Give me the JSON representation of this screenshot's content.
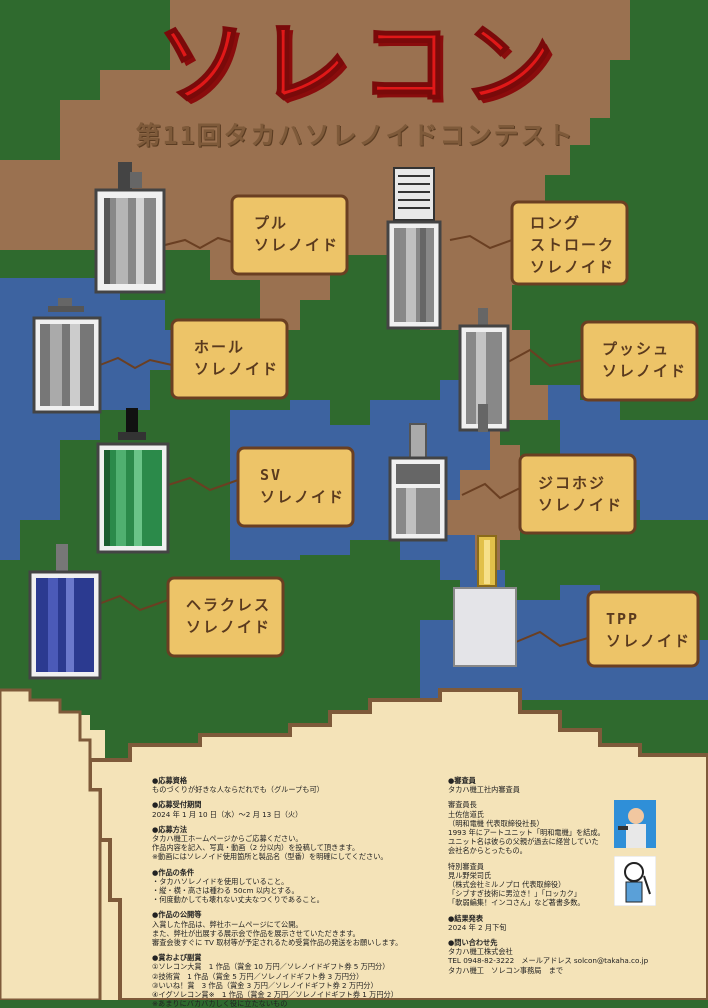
{
  "poster": {
    "title": "ソレコン",
    "subtitle": "第11回タカハソレノイドコンテスト"
  },
  "labels": [
    {
      "id": "pull",
      "lines": [
        "プル",
        "ソレノイド"
      ]
    },
    {
      "id": "long-stroke",
      "lines": [
        "ロング",
        "ストローク",
        "ソレノイド"
      ]
    },
    {
      "id": "hold",
      "lines": [
        "ホール",
        "ソレノイド"
      ]
    },
    {
      "id": "push",
      "lines": [
        "プッシュ",
        "ソレノイド"
      ]
    },
    {
      "id": "sv",
      "lines": [
        "SV",
        "ソレノイド"
      ]
    },
    {
      "id": "jikohoji",
      "lines": [
        "ジコホジ",
        "ソレノイド"
      ]
    },
    {
      "id": "heracles",
      "lines": [
        "ヘラクレス",
        "ソレノイド"
      ]
    },
    {
      "id": "tpp",
      "lines": [
        "TPP",
        "ソレノイド"
      ]
    }
  ],
  "info_left": [
    {
      "heading": "●応募資格",
      "lines": [
        "ものづくりが好きな人ならだれでも（グループも可）"
      ]
    },
    {
      "heading": "●応募受付期間",
      "lines": [
        "2024 年 1 月 10 日（水）〜2 月 13 日（火）"
      ]
    },
    {
      "heading": "●応募方法",
      "lines": [
        "タカハ機工ホームページからご応募ください。",
        "作品内容を記入、写真・動画（2 分以内）を投稿して頂きます。",
        "※動画にはソレノイド使用箇所と製品名（型番）を明確にしてください。"
      ]
    },
    {
      "heading": "●作品の条件",
      "lines": [
        "・タカハソレノイドを使用していること。",
        "・縦・横・高さは種わる 50cm 以内とする。",
        "・何度動かしても壊れない丈夫なつくりであること。"
      ]
    },
    {
      "heading": "●作品の公開等",
      "lines": [
        "入賞した作品は、弊社ホームページにて公開。",
        "また、弊社が出展する展示会で作品を展示させていただきます。",
        "審査会後すぐに TV 取材等が予定されるため受賞作品の発送をお願いします。"
      ]
    },
    {
      "heading": "●賞および副賞",
      "lines": [
        "①ソレコン大賞　1 作品（賞金 10 万円／ソレノイドギフト券 5 万円分）",
        "②技術賞　1 作品（賞金 5 万円／ソレノイドギフト券 3 万円分）",
        "③いいね！賞　3 作品（賞金 3 万円／ソレノイドギフト券 2 万円分）",
        "④イグソレコン賞※　1 作品（賞金 2 万円／ソレノイドギフト券 1 万円分）",
        "※あまりにバカバカしく役に立たないもの"
      ]
    }
  ],
  "info_right": [
    {
      "heading": "●審査員",
      "lines": [
        "タカハ機工社内審査員",
        "",
        "審査員長",
        "土佐信道氏",
        "（明和電機 代表取締役社長）",
        "1993 年にアートユニット「明和電機」を結成。",
        "ユニット名は彼らの父親が過去に経営していた",
        "会社名からとったもの。",
        "",
        "特別審査員",
        "見ル野栄司氏",
        "（株式会社ミルノプロ 代表取締役）",
        "「シブすぎ技術に男泣き！」「ロッカク」",
        "「軟弱編集！インコさん」など著書多数。"
      ]
    },
    {
      "heading": "●結果発表",
      "lines": [
        "2024 年 2 月下旬"
      ]
    },
    {
      "heading": "●問い合わせ先",
      "lines": [
        "タカハ機工株式会社",
        "TEL 0948-82-3222　メールアドレス solcon@takaha.co.jp",
        "タカハ機工　ソレコン事務局　まで"
      ]
    }
  ],
  "colors": {
    "green": "#2f6a2e",
    "brown": "#9a7150",
    "blue": "#3d63a0",
    "sand": "#f4e3b8",
    "tag": "#edc468",
    "title": "#e01818"
  }
}
